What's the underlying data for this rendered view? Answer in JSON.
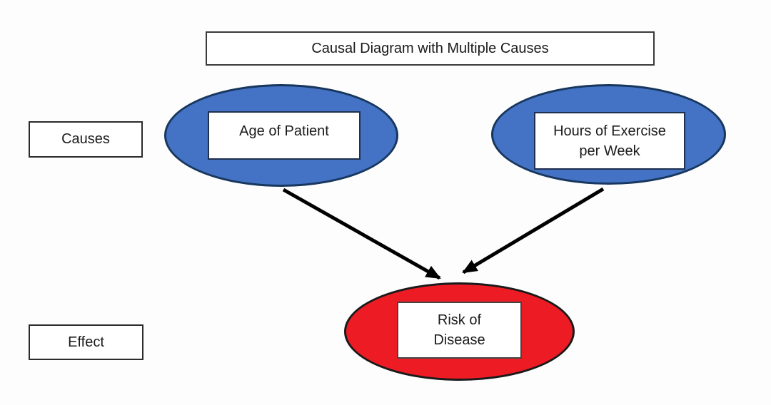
{
  "title": "Causal Diagram with Multiple Causes",
  "row_labels": {
    "causes": "Causes",
    "effect": "Effect"
  },
  "nodes": {
    "age": {
      "label": "Age of Patient",
      "role": "cause"
    },
    "exercise": {
      "label": "Hours of Exercise\nper Week",
      "role": "cause"
    },
    "risk": {
      "label": "Risk of\nDisease",
      "role": "effect"
    }
  },
  "edges": [
    {
      "from": "age",
      "to": "risk"
    },
    {
      "from": "exercise",
      "to": "risk"
    }
  ],
  "colors": {
    "cause_fill": "#4472C4",
    "cause_border": "#17375E",
    "effect_fill": "#ED1C24",
    "effect_border": "#1A1A1A",
    "arrow": "#000000"
  }
}
